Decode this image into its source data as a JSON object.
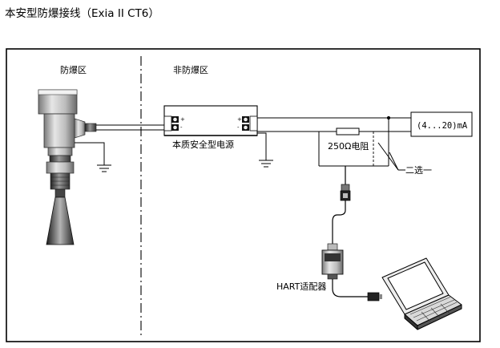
{
  "title": "本安型防爆接线（Exia II CT6）",
  "zones": {
    "hazardous": "防爆区",
    "non_hazardous": "非防爆区"
  },
  "labels": {
    "power_supply": "本质安全型电源",
    "output_signal": "(4...20)mA",
    "resistor": "250Ω电阻",
    "choose_one": "二选一",
    "hart_adapter": "HART适配器"
  },
  "power_supply_terminals": {
    "left": [
      "+",
      "-"
    ],
    "right": [
      "+",
      "-"
    ]
  }
}
